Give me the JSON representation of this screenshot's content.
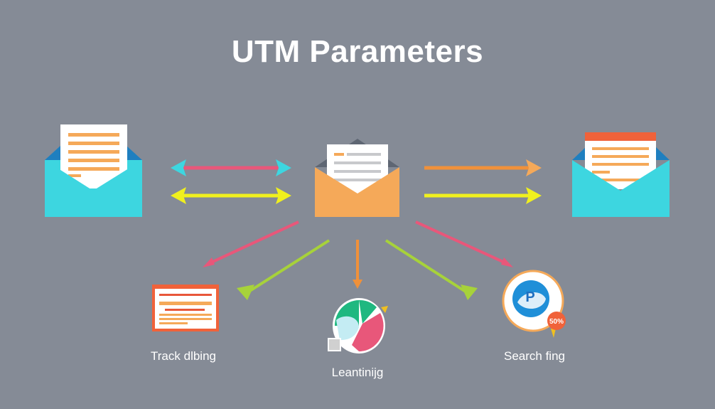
{
  "title": "UTM Parameters",
  "nodes": [
    {
      "label": "Track dlbing",
      "icon": "report-icon"
    },
    {
      "label": "Leantinijg",
      "icon": "pie-chart-icon"
    },
    {
      "label": "Search fing",
      "icon": "search-badge-icon",
      "badge": "50%",
      "glyph": "P"
    }
  ],
  "colors": {
    "background": "#858b96",
    "cyan": "#3dd6e0",
    "orange": "#f5a959",
    "pink": "#e8577a",
    "yellow": "#f0f01e",
    "green": "#a7d23a",
    "red": "#f0623a"
  }
}
